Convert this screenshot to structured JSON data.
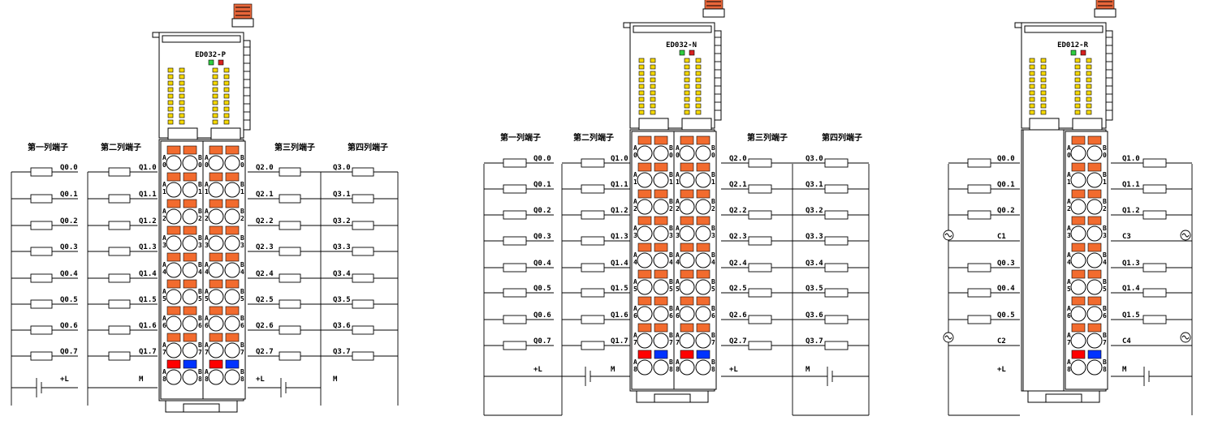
{
  "colors": {
    "terminal_orange": "#f26b2e",
    "led_yellow": "#f5d800",
    "led_green": "#2ecc40",
    "led_red": "#d62020",
    "power_red": "#ff0000",
    "power_blue": "#0033ff",
    "latch_orange": "#e8663a"
  },
  "modules": [
    {
      "name": "ED032-P",
      "columns": [
        "第一列端子",
        "第二列端子",
        "第三列端子",
        "第四列端子"
      ],
      "col1": [
        "Q0.0",
        "Q0.1",
        "Q0.2",
        "Q0.3",
        "Q0.4",
        "Q0.5",
        "Q0.6",
        "Q0.7",
        "+L"
      ],
      "col2": [
        "Q1.0",
        "Q1.1",
        "Q1.2",
        "Q1.3",
        "Q1.4",
        "Q1.5",
        "Q1.6",
        "Q1.7",
        "M"
      ],
      "col3": [
        "Q2.0",
        "Q2.1",
        "Q2.2",
        "Q2.3",
        "Q2.4",
        "Q2.5",
        "Q2.6",
        "Q2.7",
        "+L"
      ],
      "col4": [
        "Q3.0",
        "Q3.1",
        "Q3.2",
        "Q3.3",
        "Q3.4",
        "Q3.5",
        "Q3.6",
        "Q3.7",
        "M"
      ],
      "terminal_letters": [
        "A",
        "B"
      ],
      "terminal_numbers": [
        "0",
        "1",
        "2",
        "3",
        "4",
        "5",
        "6",
        "7",
        "8"
      ]
    },
    {
      "name": "ED032-N",
      "columns": [
        "第一列端子",
        "第二列端子",
        "第三列端子",
        "第四列端子"
      ],
      "col1": [
        "Q0.0",
        "Q0.1",
        "Q0.2",
        "Q0.3",
        "Q0.4",
        "Q0.5",
        "Q0.6",
        "Q0.7",
        "+L"
      ],
      "col2": [
        "Q1.0",
        "Q1.1",
        "Q1.2",
        "Q1.3",
        "Q1.4",
        "Q1.5",
        "Q1.6",
        "Q1.7",
        "M"
      ],
      "col3": [
        "Q2.0",
        "Q2.1",
        "Q2.2",
        "Q2.3",
        "Q2.4",
        "Q2.5",
        "Q2.6",
        "Q2.7",
        "+L"
      ],
      "col4": [
        "Q3.0",
        "Q3.1",
        "Q3.2",
        "Q3.3",
        "Q3.4",
        "Q3.5",
        "Q3.6",
        "Q3.7",
        "M"
      ],
      "terminal_letters": [
        "A",
        "B"
      ],
      "terminal_numbers": [
        "0",
        "1",
        "2",
        "3",
        "4",
        "5",
        "6",
        "7",
        "8"
      ]
    },
    {
      "name": "ED012-R",
      "left_col": [
        "Q0.0",
        "Q0.1",
        "Q0.2",
        "C1",
        "Q0.3",
        "Q0.4",
        "Q0.5",
        "C2",
        "+L"
      ],
      "right_col": [
        "Q1.0",
        "Q1.1",
        "Q1.2",
        "C3",
        "Q1.3",
        "Q1.4",
        "Q1.5",
        "C4",
        "M"
      ],
      "terminal_letters": [
        "A",
        "B"
      ],
      "terminal_numbers": [
        "0",
        "1",
        "2",
        "3",
        "4",
        "5",
        "6",
        "7",
        "8"
      ]
    }
  ]
}
